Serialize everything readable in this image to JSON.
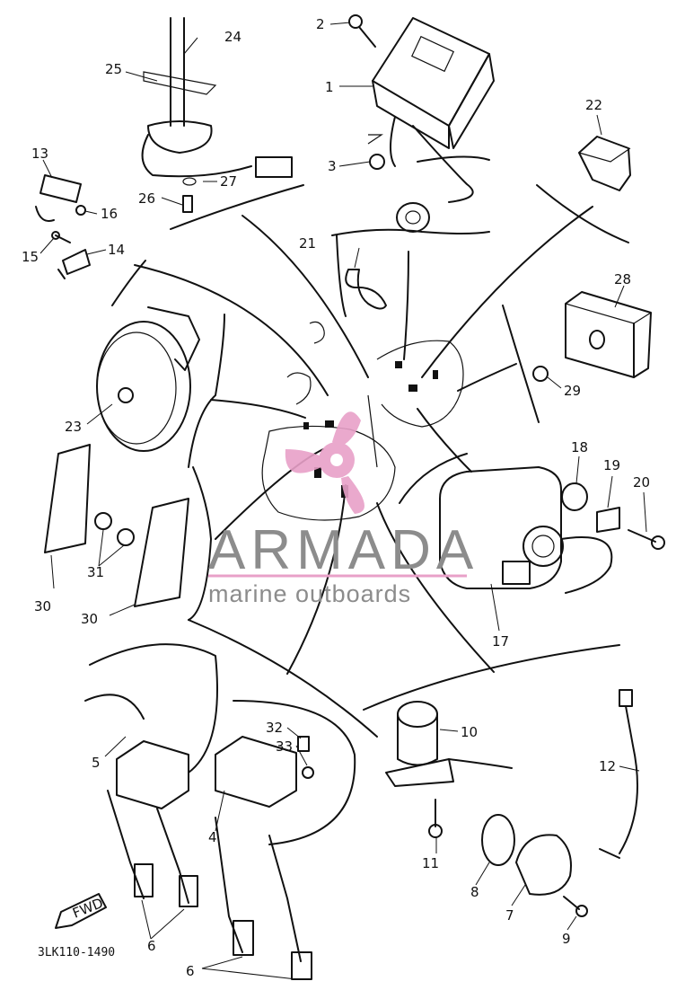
{
  "diagram": {
    "part_code": "3LK110-1490",
    "fwd_label": "FWD",
    "callouts": [
      {
        "id": "c1",
        "text": "1"
      },
      {
        "id": "c2",
        "text": "2"
      },
      {
        "id": "c3",
        "text": "3"
      },
      {
        "id": "c4",
        "text": "4"
      },
      {
        "id": "c5",
        "text": "5"
      },
      {
        "id": "c6a",
        "text": "6"
      },
      {
        "id": "c6b",
        "text": "6"
      },
      {
        "id": "c7",
        "text": "7"
      },
      {
        "id": "c8",
        "text": "8"
      },
      {
        "id": "c9",
        "text": "9"
      },
      {
        "id": "c10",
        "text": "10"
      },
      {
        "id": "c11",
        "text": "11"
      },
      {
        "id": "c12",
        "text": "12"
      },
      {
        "id": "c13",
        "text": "13"
      },
      {
        "id": "c14",
        "text": "14"
      },
      {
        "id": "c15",
        "text": "15"
      },
      {
        "id": "c16",
        "text": "16"
      },
      {
        "id": "c17",
        "text": "17"
      },
      {
        "id": "c18",
        "text": "18"
      },
      {
        "id": "c19",
        "text": "19"
      },
      {
        "id": "c20",
        "text": "20"
      },
      {
        "id": "c21",
        "text": "21"
      },
      {
        "id": "c22",
        "text": "22"
      },
      {
        "id": "c23",
        "text": "23"
      },
      {
        "id": "c24",
        "text": "24"
      },
      {
        "id": "c25",
        "text": "25"
      },
      {
        "id": "c26",
        "text": "26"
      },
      {
        "id": "c27",
        "text": "27"
      },
      {
        "id": "c28",
        "text": "28"
      },
      {
        "id": "c29",
        "text": "29"
      },
      {
        "id": "c30a",
        "text": "30"
      },
      {
        "id": "c30b",
        "text": "30"
      },
      {
        "id": "c31",
        "text": "31"
      },
      {
        "id": "c32",
        "text": "32"
      },
      {
        "id": "c33",
        "text": "33"
      }
    ]
  },
  "watermark": {
    "brand": "ARMADA",
    "tagline": "marine outboards",
    "logo_color": "#e8a0c8",
    "text_color": "#8c8c8c"
  }
}
